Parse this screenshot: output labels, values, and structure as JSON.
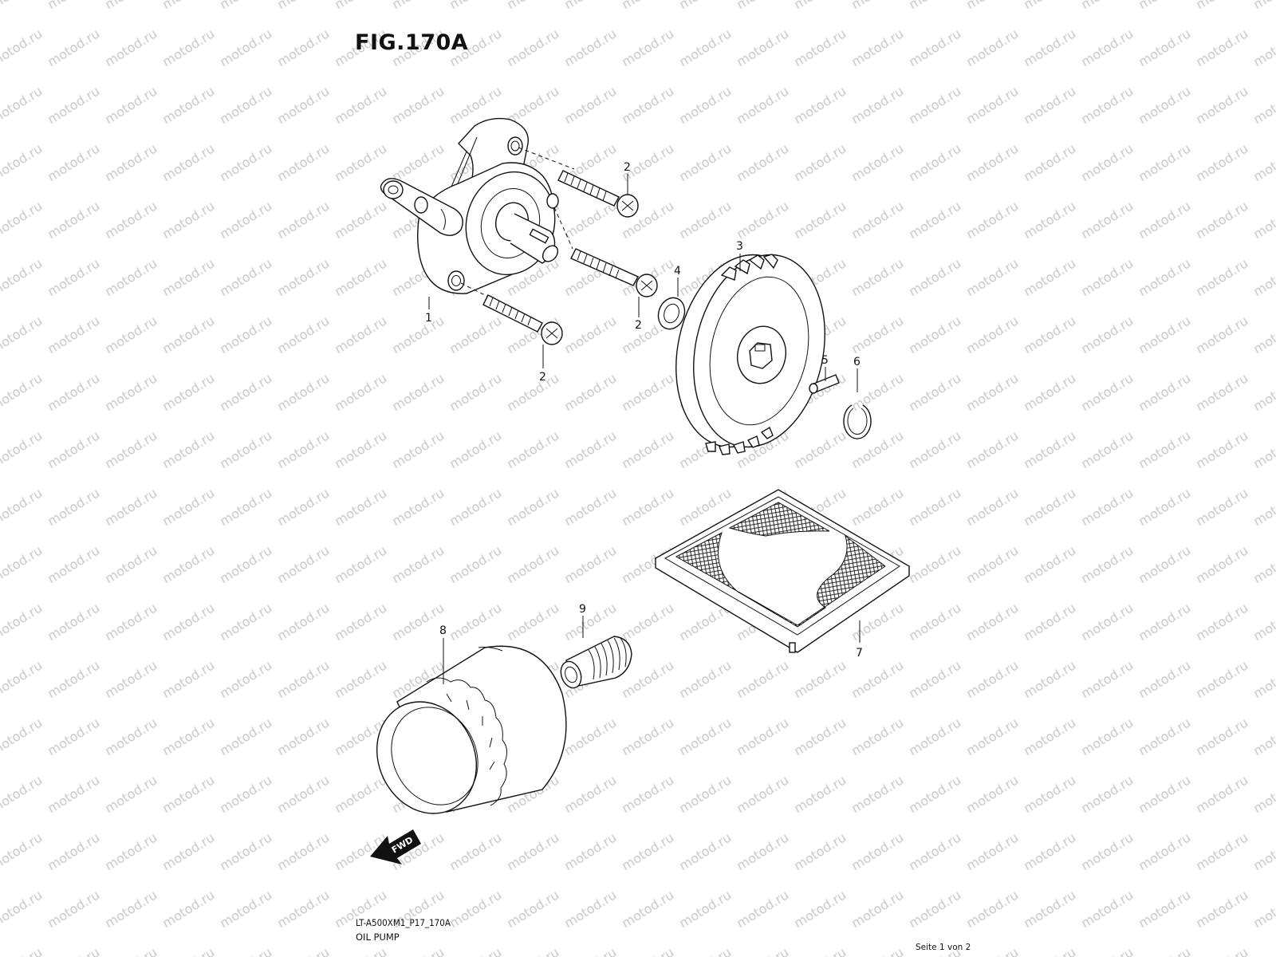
{
  "figure": {
    "title": "FIG.170A",
    "code": "LT-A500XM1_P17_170A",
    "description": "OIL PUMP",
    "page": "Seite 1 von 2"
  },
  "watermark": {
    "text": "motod.ru",
    "color": "#c9c9c9"
  },
  "direction_badge": {
    "label": "FWD"
  },
  "callouts": [
    {
      "id": "c1",
      "label": "1"
    },
    {
      "id": "c2a",
      "label": "2"
    },
    {
      "id": "c2b",
      "label": "2"
    },
    {
      "id": "c2c",
      "label": "2"
    },
    {
      "id": "c3",
      "label": "3"
    },
    {
      "id": "c4",
      "label": "4"
    },
    {
      "id": "c5",
      "label": "5"
    },
    {
      "id": "c6",
      "label": "6"
    },
    {
      "id": "c7",
      "label": "7"
    },
    {
      "id": "c8",
      "label": "8"
    },
    {
      "id": "c9",
      "label": "9"
    }
  ]
}
